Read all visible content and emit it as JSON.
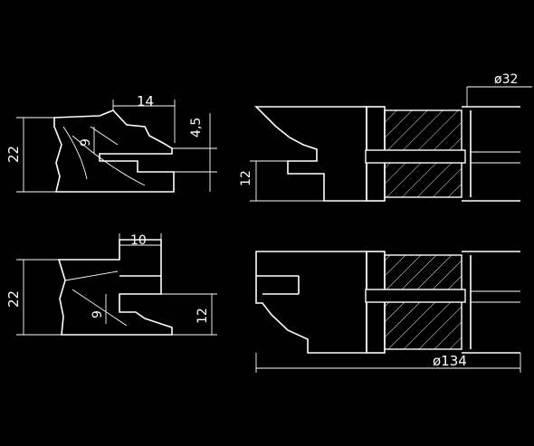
{
  "colors": {
    "background": "#000000",
    "line": "#ffffff"
  },
  "dimensions": {
    "top_left_width": "14",
    "top_left_height": "22",
    "top_left_inner": "9",
    "top_left_right": "4,5",
    "bottom_left_width": "10",
    "bottom_left_height": "22",
    "bottom_left_inner": "9",
    "bottom_left_right": "12",
    "top_right_height": "12",
    "top_right_diameter": "ø32",
    "bottom_right_diameter": "ø134"
  }
}
